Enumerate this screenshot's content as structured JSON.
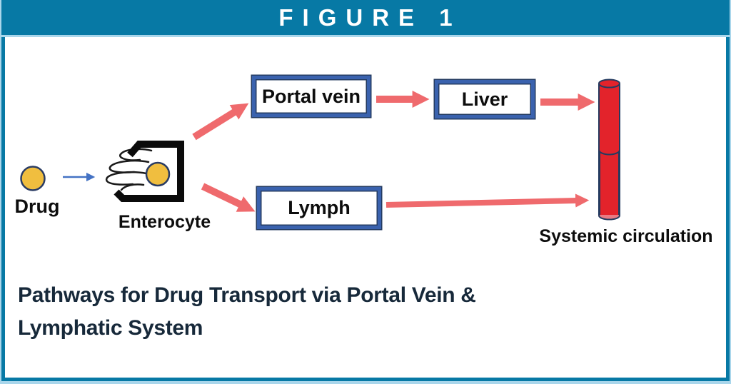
{
  "header": {
    "title": "FIGURE 1"
  },
  "diagram": {
    "drug": {
      "label": "Drug"
    },
    "enterocyte": {
      "label": "Enterocyte"
    },
    "nodes": {
      "portal_vein": "Portal vein",
      "liver": "Liver",
      "lymph": "Lymph"
    },
    "systemic_circulation": {
      "label": "Systemic circulation"
    }
  },
  "caption": {
    "line1": "Pathways for Drug Transport via Portal Vein &",
    "line2": "Lymphatic System"
  },
  "colors": {
    "banner_teal": "#0779A5",
    "frame_light_blue": "#A9D6EB",
    "arrow_salmon": "#EF6A6D",
    "cylinder_red": "#E3232B",
    "cylinder_bottom_pink": "#E87B84",
    "node_border_blue": "#3A62AE",
    "outline_navy": "#243B60",
    "drug_yellow": "#F0BE3F",
    "drug_arrow_blue": "#4472C4",
    "caption_navy": "#17293A",
    "label_black": "#0D0D0D"
  }
}
